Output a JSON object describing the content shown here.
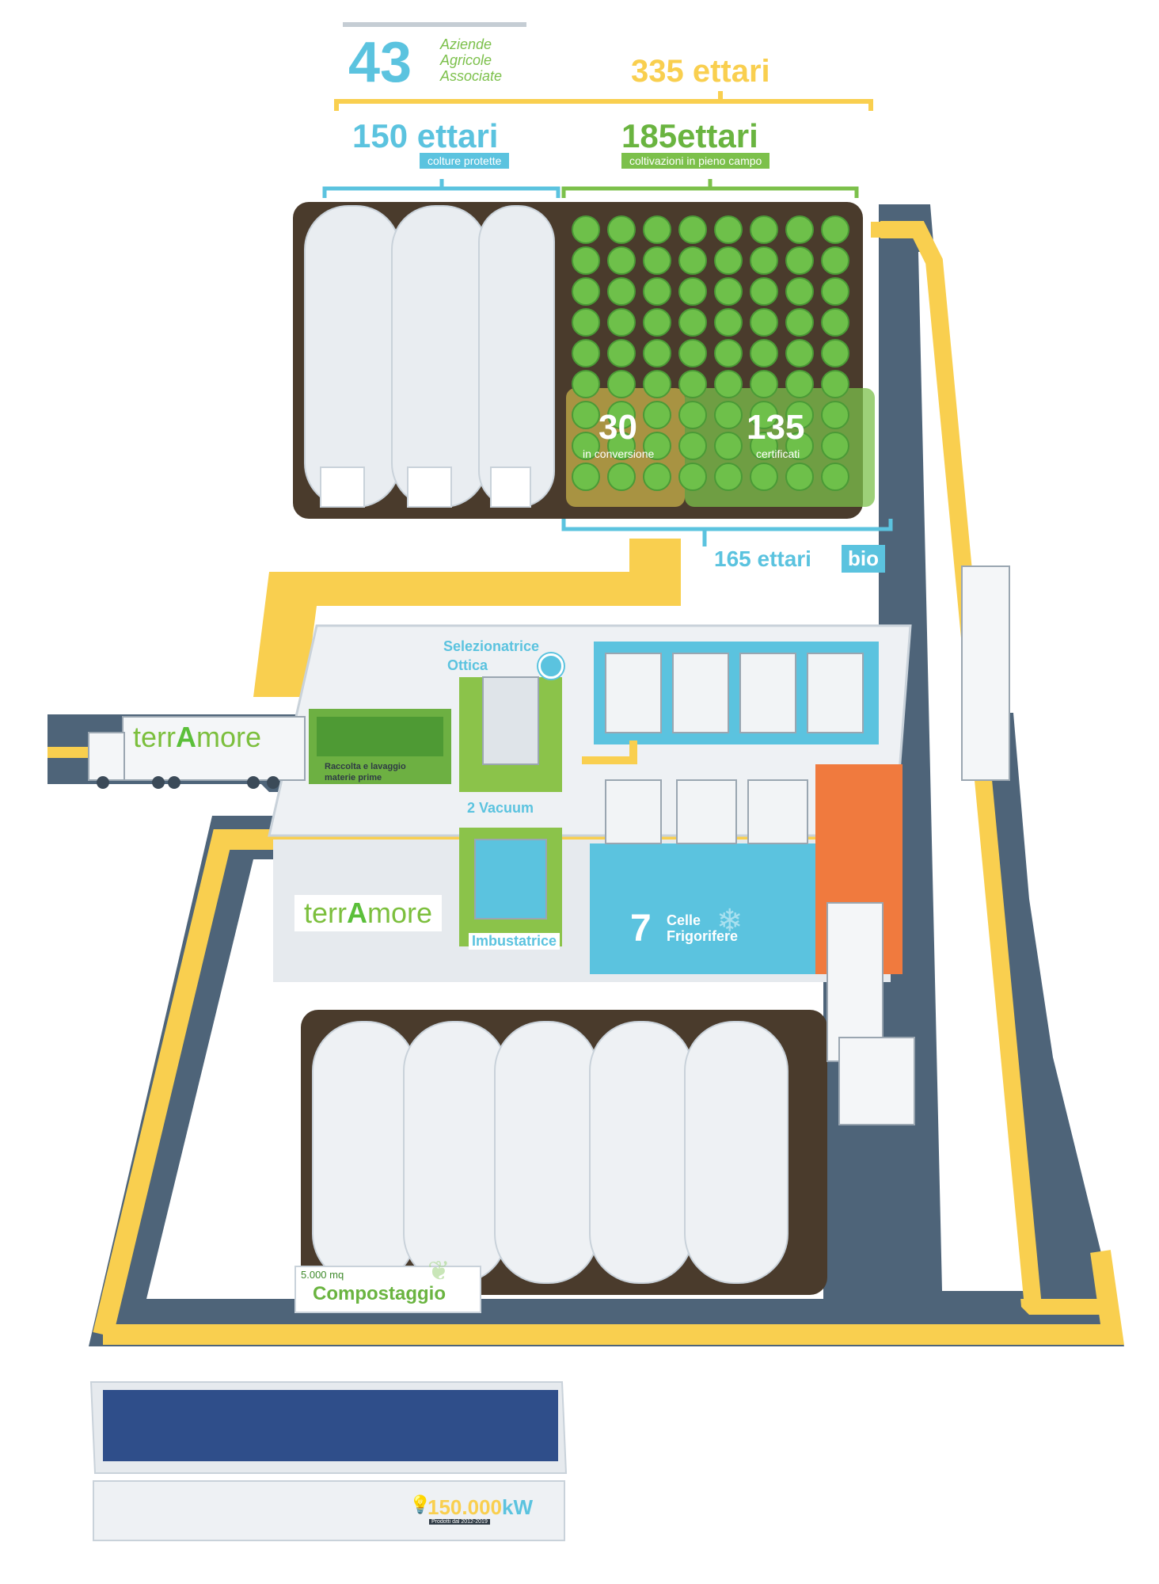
{
  "header": {
    "count": "43",
    "aziende_line1": "Aziende",
    "aziende_line2": "Agricole",
    "aziende_line3": "Associate",
    "total": "335 ettari"
  },
  "fields": {
    "protected_value": "150",
    "protected_unit": "ettari",
    "protected_tag": "colture protette",
    "open_value": "185",
    "open_unit": "ettari",
    "open_tag": "coltivazioni in pieno campo",
    "conversion_value": "30",
    "conversion_label": "in conversione",
    "certified_value": "135",
    "certified_label": "certificati",
    "bio_value": "165 ettari",
    "bio_tag": "bio"
  },
  "plant": {
    "brand_pre": "terr",
    "brand_cap": "A",
    "brand_post": "more",
    "raccolta_line1": "Raccolta e lavaggio",
    "raccolta_line2": "materie prime",
    "selezionatrice_line1": "Selezionatrice",
    "selezionatrice_line2": "Ottica",
    "vacuum": "2 Vacuum",
    "imbustatrice": "Imbustatrice",
    "celle_value": "7",
    "celle_line1": "Celle",
    "celle_line2": "Frigorifere"
  },
  "compost": {
    "area": "5.000 mq",
    "label": "Compostaggio"
  },
  "solar": {
    "value": "150.000",
    "unit": "kW",
    "note": "Prodotti dal 2012-2019"
  },
  "colors": {
    "yellow": "#f9cf4f",
    "road": "#4e6479",
    "soil": "#4a3b2c",
    "green": "#7cc04b",
    "cyan": "#5bc3df",
    "orange": "#f07a3e"
  },
  "icons": [
    "eye-icon",
    "lightbulb-icon",
    "snowflake-icon",
    "leaf-icon",
    "truck-icon",
    "greenhouse-icon",
    "solar-panel-icon"
  ]
}
